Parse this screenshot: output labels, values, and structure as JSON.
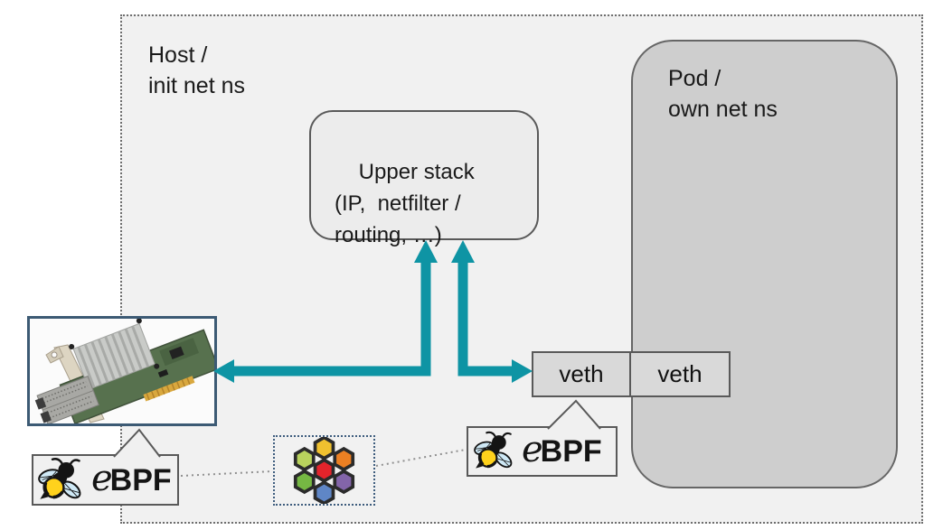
{
  "host": {
    "label": "Host /\ninit net ns"
  },
  "pod": {
    "label": "Pod /\nown net ns"
  },
  "upper_stack": {
    "label": "Upper stack\n(IP,  netfilter /\nrouting, …)"
  },
  "veth": {
    "host_side": "veth",
    "pod_side": "veth"
  },
  "ebpf_logo": {
    "script_e": "e",
    "bold": "BPF"
  },
  "icons": {
    "bee": "bee-icon",
    "hexagon_cluster": "hexagon-cluster-icon",
    "nic": "network-interface-card-photo"
  },
  "colors": {
    "accent_teal": "#0e94a4",
    "host_bg": "#f1f1f1",
    "pod_fill": "#cecece",
    "box_border": "#595959",
    "nic_border": "#3c5a74",
    "bubble_fill": "#f0f0f0",
    "hex_box_border": "#3d5c7d",
    "bee_yellow": "#ffd21c",
    "bee_wing_blue": "#cfe9f6"
  },
  "hexagons": {
    "outline": "#2b2b2b",
    "top": "#f0c12f",
    "upper_left": "#b9d35d",
    "upper_right": "#ec8023",
    "center": "#e3242b",
    "lower_left": "#76b843",
    "lower_right": "#8365a9",
    "bottom": "#5f86c6"
  }
}
